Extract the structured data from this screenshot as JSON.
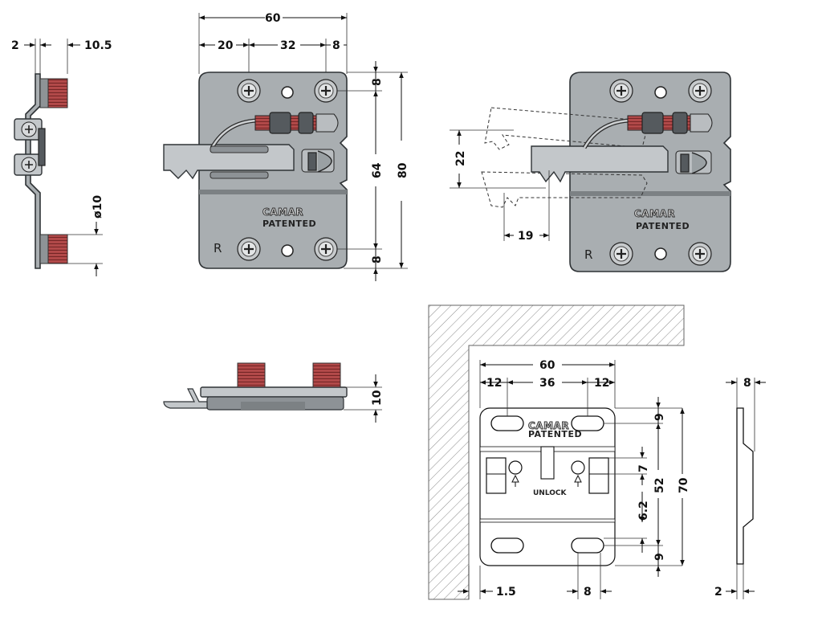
{
  "brand": {
    "name": "CAMAR",
    "patented": "PATENTED",
    "side_marker": "R",
    "unlock": "UNLOCK"
  },
  "side_view": {
    "dim_top_left": "2",
    "dim_top_right": "10.5",
    "dim_diameter": "ø10"
  },
  "front_view": {
    "dim_width_total": "60",
    "dim_left_offset": "20",
    "dim_hole_spacing": "32",
    "dim_right_offset": "8",
    "dim_top_margin": "8",
    "dim_vertical_spacing": "64",
    "dim_height_total": "80",
    "dim_bottom_margin": "8"
  },
  "adjust_view": {
    "dim_vertical_travel": "22",
    "dim_horizontal_travel": "19"
  },
  "bottom_view": {
    "dim_height": "10"
  },
  "wall_plate": {
    "dim_width_total": "60",
    "dim_slot_left": "12",
    "dim_slot_center": "36",
    "dim_slot_right": "12",
    "dim_top": "9",
    "dim_latch": "7",
    "dim_inner_height": "52",
    "dim_total_height": "70",
    "dim_lower_gap": "6.2",
    "dim_bottom": "9",
    "dim_wall_offset": "1.5",
    "dim_slot_width": "8"
  },
  "wall_plate_side": {
    "dim_top": "8",
    "dim_bottom": "2"
  },
  "colors": {
    "plate": "#a9aeb1",
    "thread": "#b34a4a",
    "hatch": "#8a8a8a"
  }
}
